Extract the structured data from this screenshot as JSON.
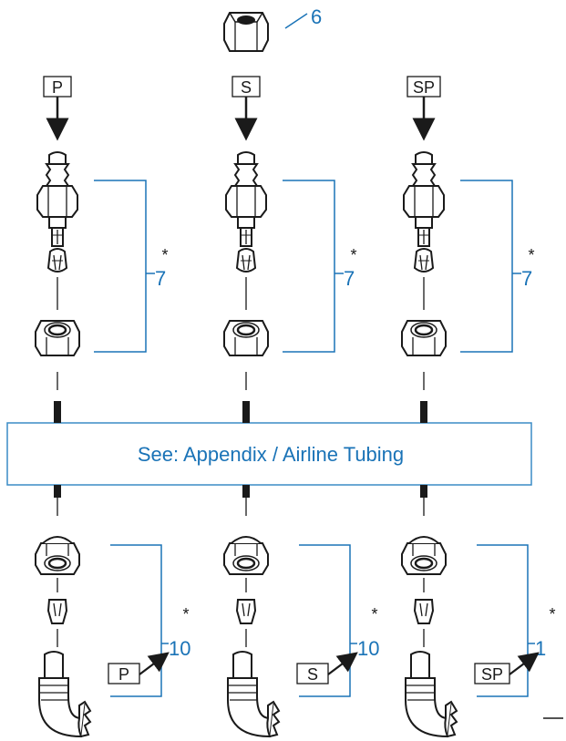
{
  "colors": {
    "callout": "#1a73b7",
    "ink": "#1a1a1a",
    "part_fill": "#ffffff",
    "banner_stroke": "#3a8cc6"
  },
  "top_callout": "6",
  "banner": {
    "text": "See: Appendix / Airline Tubing"
  },
  "columns": [
    {
      "type_label": "P",
      "upper_callout": "7",
      "upper_asterisk": "*",
      "lower_callout": "10",
      "lower_asterisk": "*",
      "arrow_label": "P"
    },
    {
      "type_label": "S",
      "upper_callout": "7",
      "upper_asterisk": "*",
      "lower_callout": "10",
      "lower_asterisk": "*",
      "arrow_label": "S"
    },
    {
      "type_label": "SP",
      "upper_callout": "7",
      "upper_asterisk": "*",
      "lower_callout": "1",
      "lower_asterisk": "*",
      "arrow_label": "SP"
    }
  ],
  "icons": [
    "hex-nut-icon",
    "barb-fitting-icon",
    "ferrule-icon",
    "compression-nut-icon",
    "tubing-icon",
    "elbow-fitting-icon",
    "arrow-icon"
  ]
}
